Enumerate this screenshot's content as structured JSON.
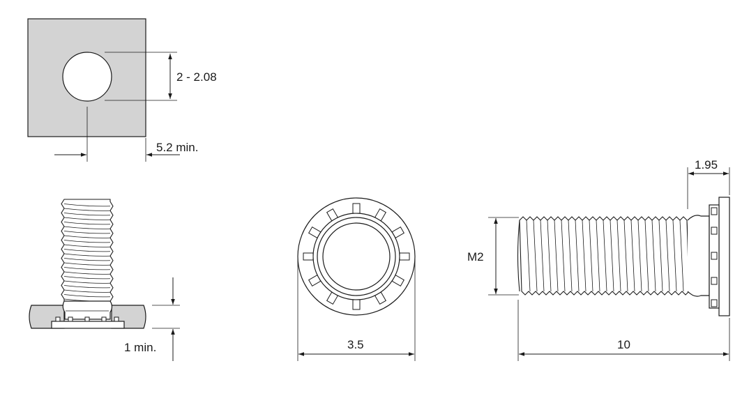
{
  "colors": {
    "panel_fill": "#d3d3d3",
    "line": "#1a1a1a",
    "background": "#ffffff"
  },
  "dimensions": {
    "hole_diameter": "2 - 2.08",
    "edge_distance": "5.2 min.",
    "sheet_thickness": "1 min.",
    "head_diameter": "3.5",
    "thread_size": "M2",
    "length": "10",
    "head_height": "1.95"
  }
}
